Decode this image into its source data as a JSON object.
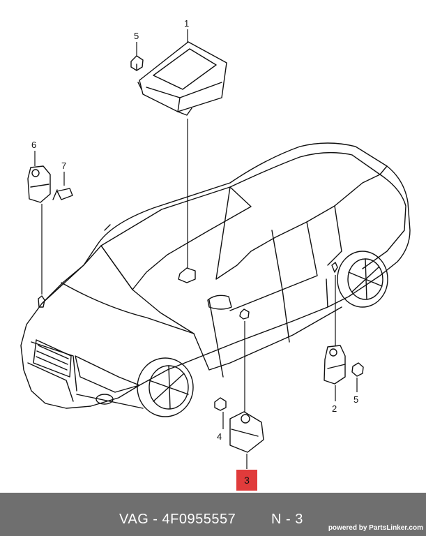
{
  "diagram": {
    "callouts": {
      "c1": "1",
      "c2": "2",
      "c3": "3",
      "c4": "4",
      "c5a": "5",
      "c5b": "5",
      "c6": "6",
      "c7": "7"
    },
    "highlight_color": "#e03b3b"
  },
  "footer": {
    "part_number": "VAG - 4F0955557",
    "position": "N - 3",
    "brand": "powered by PartsLinker.com",
    "background": "#6f6f6f"
  }
}
